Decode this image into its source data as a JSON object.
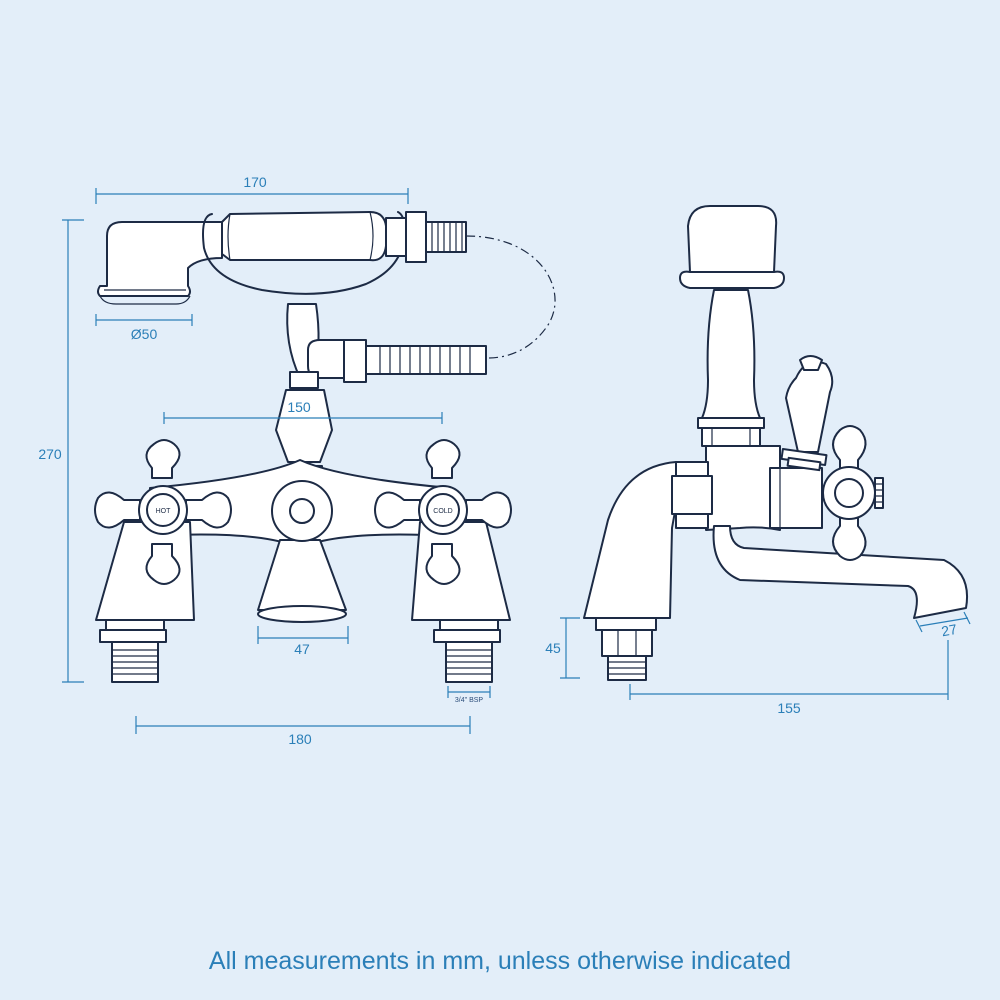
{
  "dimensions": {
    "handset_length": "170",
    "handset_diameter": "Ø50",
    "total_height": "270",
    "tap_centres": "150",
    "spout_width": "47",
    "overall_width": "180",
    "inlet_thread": "3/4\" BSP",
    "base_height": "45",
    "projection": "155",
    "spout_outlet": "27"
  },
  "handle_labels": {
    "hot": "HOT",
    "cold": "COLD"
  },
  "footer_note": "All measurements in mm, unless otherwise indicated",
  "colors": {
    "background": "#e3eef9",
    "dimension_lines": "#2b7fb8",
    "outline": "#1d2b45"
  }
}
